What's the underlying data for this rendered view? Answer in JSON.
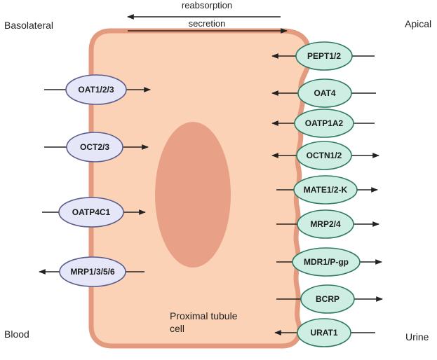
{
  "labels": {
    "basolateral": "Basolateral",
    "apical": "Apical",
    "blood": "Blood",
    "urine": "Urine",
    "reabsorption": "reabsorption",
    "secretion": "secretion",
    "cell_line1": "Proximal tubule",
    "cell_line2": "cell"
  },
  "colors": {
    "cell_fill": "#fbd2b6",
    "cell_border": "#e39a7e",
    "nucleus": "#e8a187",
    "basolateral_transporter": "#e5e6f8",
    "basolateral_stroke": "#5b5d8c",
    "apical_transporter": "#cfeee3",
    "apical_stroke": "#2e7a63",
    "arrow": "#222222"
  },
  "basolateral_transporters": [
    {
      "name": "OAT1/2/3",
      "direction": "into cell"
    },
    {
      "name": "OCT2/3",
      "direction": "into cell"
    },
    {
      "name": "OATP4C1",
      "direction": "into cell"
    },
    {
      "name": "MRP1/3/5/6",
      "direction": "out of cell"
    }
  ],
  "apical_transporters": [
    {
      "name": "PEPT1/2",
      "direction": "into cell"
    },
    {
      "name": "OAT4",
      "direction": "into cell"
    },
    {
      "name": "OATP1A2",
      "direction": "into cell"
    },
    {
      "name": "OCTN1/2",
      "direction": "bidirectional"
    },
    {
      "name": "MATE1/2-K",
      "direction": "out of cell"
    },
    {
      "name": "MRP2/4",
      "direction": "out of cell"
    },
    {
      "name": "MDR1/P-gp",
      "direction": "out of cell"
    },
    {
      "name": "BCRP",
      "direction": "out of cell"
    },
    {
      "name": "URAT1",
      "direction": "into cell"
    }
  ]
}
